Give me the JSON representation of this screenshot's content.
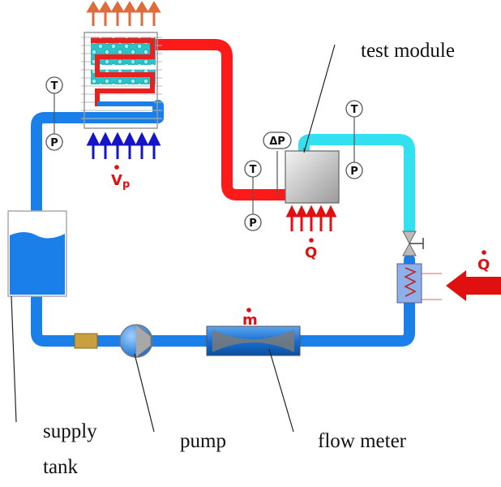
{
  "labels": {
    "test_module": "test module",
    "supply": "supply",
    "tank": "tank",
    "pump": "pump",
    "flow_meter": "flow meter"
  },
  "symbols": {
    "temperature": "T",
    "pressure": "P",
    "diff_pressure": "ΔP",
    "heat": "Q",
    "mass_flow": "m",
    "vol_flow": "V",
    "vol_flow_sub": "p"
  },
  "colors": {
    "cold_loop": "#1a7fe8",
    "hot_line": "#ff1a1a",
    "return_line": "#33e0f0",
    "heat_arrow": "#e01010",
    "air_in_arrow": "#1414c8",
    "air_out_arrow": "#e06a3a"
  }
}
